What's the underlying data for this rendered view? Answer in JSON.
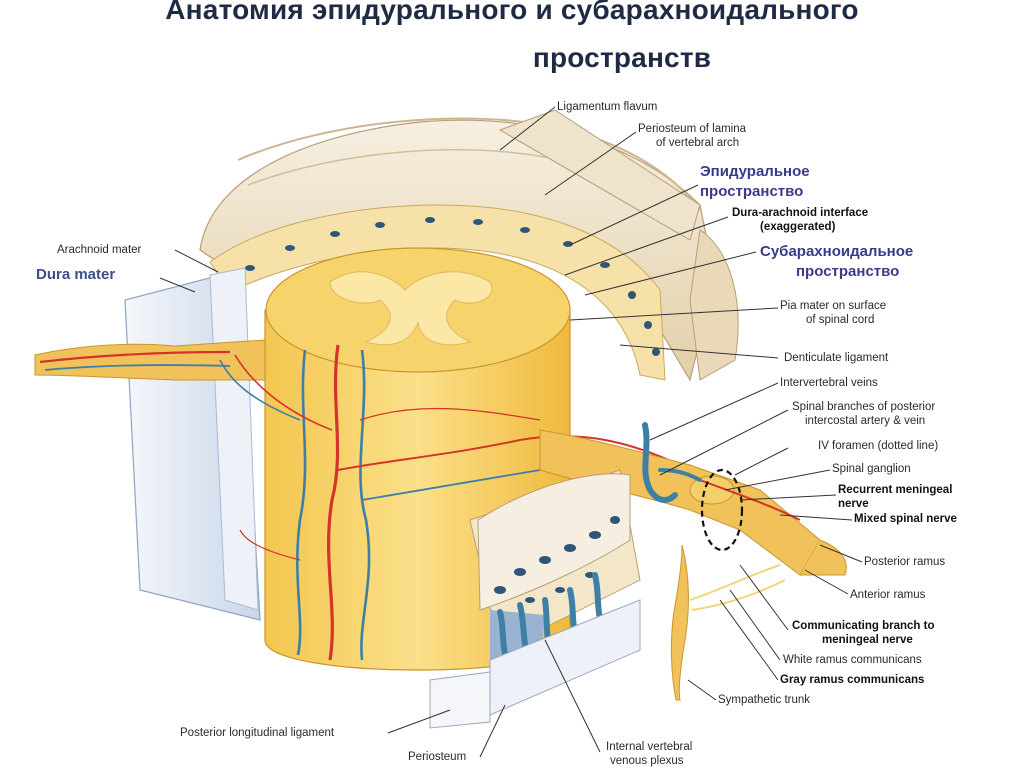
{
  "title": {
    "line1": "Анатомия эпидурального и субарахноидального",
    "line2": "пространств"
  },
  "labels": {
    "ligamentum_flavum": "Ligamentum flavum",
    "periosteum_lamina_1": "Periosteum of lamina",
    "periosteum_lamina_2": "of vertebral arch",
    "epidural_1": "Эпидуральное",
    "epidural_2": "пространство",
    "dura_arachnoid_1": "Dura-arachnoid interface",
    "dura_arachnoid_2": "(exaggerated)",
    "subarachnoid_1": "Субарахноидальное",
    "subarachnoid_2": "пространство",
    "pia_mater_1": "Pia mater on surface",
    "pia_mater_2": "of spinal cord",
    "denticulate": "Denticulate ligament",
    "iv_veins": "Intervertebral veins",
    "spinal_branches_1": "Spinal branches of posterior",
    "spinal_branches_2": "intercostal artery & vein",
    "iv_foramen": "IV foramen (dotted line)",
    "spinal_ganglion": "Spinal ganglion",
    "recurrent_1": "Recurrent meningeal",
    "recurrent_2": "nerve",
    "mixed_spinal": "Mixed spinal nerve",
    "posterior_ramus": "Posterior ramus",
    "anterior_ramus": "Anterior ramus",
    "communicating_1": "Communicating branch to",
    "communicating_2": "meningeal nerve",
    "white_ramus": "White ramus communicans",
    "gray_ramus": "Gray ramus communicans",
    "sympathetic": "Sympathetic trunk",
    "arachnoid_mater": "Arachnoid mater",
    "dura_mater": "Dura mater",
    "post_long_lig": "Posterior longitudinal ligament",
    "periosteum": "Periosteum",
    "internal_plexus_1": "Internal vertebral",
    "internal_plexus_2": "venous plexus"
  },
  "colors": {
    "title": "#1f2b44",
    "cord": "#f7d36b",
    "grey_matter": "#fbe8a6",
    "artery": "#d6332a",
    "vein": "#3e7fa6",
    "bone": "#eadcc0",
    "dura": "#dfe7f3",
    "leader": "#333333"
  }
}
